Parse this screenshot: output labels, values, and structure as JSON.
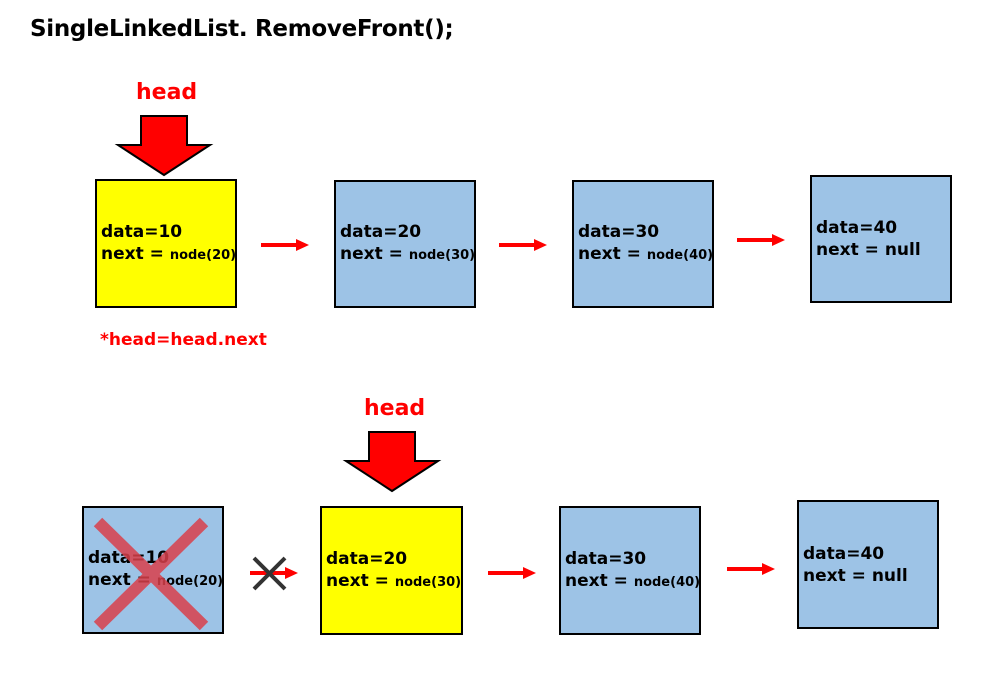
{
  "title": "SingleLinkedList. RemoveFront();",
  "colors": {
    "accent_red": "#ff0000",
    "yellow": "#ffff00",
    "node_blue": "#9dc3e6",
    "cross_red": "#d9404b"
  },
  "icons": [
    "down-arrow-icon",
    "right-arrow-icon",
    "cross-icon"
  ],
  "before": {
    "head_label": "head",
    "nodes": [
      {
        "data": "data=10",
        "next_prefix": "next = ",
        "next_value": "node(20)"
      },
      {
        "data": "data=20",
        "next_prefix": "next = ",
        "next_value": "node(30)"
      },
      {
        "data": "data=30",
        "next_prefix": "next = ",
        "next_value": "node(40)"
      },
      {
        "data": "data=40",
        "next_prefix": "next = ",
        "next_value": "null"
      }
    ],
    "note": "*head=head.next"
  },
  "after": {
    "head_label": "head",
    "nodes": [
      {
        "data": "data=10",
        "next_prefix": "next = ",
        "next_value": "node(20)"
      },
      {
        "data": "data=20",
        "next_prefix": "next = ",
        "next_value": "node(30)"
      },
      {
        "data": "data=30",
        "next_prefix": "next = ",
        "next_value": "node(40)"
      },
      {
        "data": "data=40",
        "next_prefix": "next = ",
        "next_value": "null"
      }
    ]
  }
}
